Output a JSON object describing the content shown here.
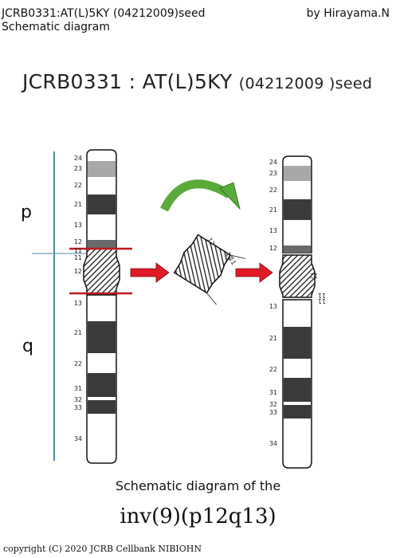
{
  "header": {
    "title": "JCRB0331:AT(L)5KY (04212009)seed",
    "subtitle": "Schematic diagram",
    "author": "by Hirayama.N"
  },
  "main_title": {
    "main": "JCRB0331 : AT(L)5KY ",
    "small": "(04212009 )seed"
  },
  "arm_labels": {
    "p": "p",
    "q": "q"
  },
  "left_chromosome": {
    "band_labels": [
      "24",
      "23",
      "22",
      "21",
      "13",
      "12",
      "11",
      "11",
      "12",
      "13",
      "21",
      "22",
      "31",
      "32",
      "33",
      "34"
    ]
  },
  "inverted_segment": {
    "labels": [
      "12",
      "11",
      "11"
    ]
  },
  "right_chromosome": {
    "band_labels": [
      "24",
      "23",
      "22",
      "21",
      "13",
      "12",
      "12",
      "11",
      "11",
      "13",
      "21",
      "22",
      "31",
      "32",
      "33",
      "34"
    ]
  },
  "caption": {
    "line1": "Schematic diagram of the",
    "line2": "inv(9)(p12q13)"
  },
  "copyright": "copyright (C) 2020 JCRB Cellbank NIBIOHN",
  "colors": {
    "break_line": "#c0171c",
    "arrow_red": "#e01b24",
    "arrow_green": "#5aaa3c",
    "axis_line": "#4f87a8",
    "dark_band": "#3a3a3a",
    "grey_band": "#a8a8a8"
  }
}
